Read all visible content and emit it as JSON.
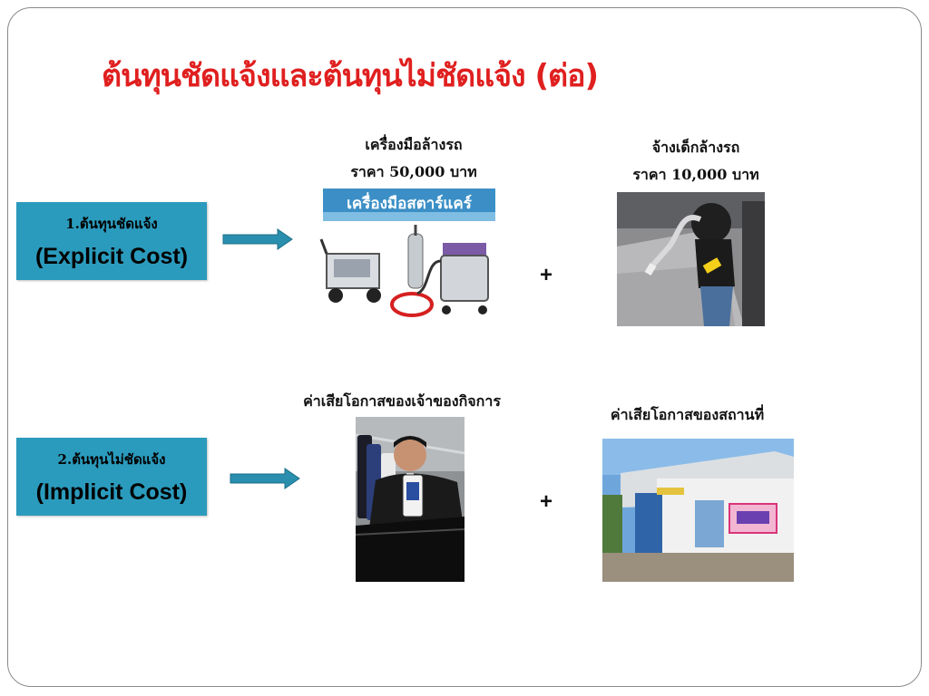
{
  "slide": {
    "title": "ต้นทุนชัดแจ้งและต้นทุนไม่ชัดแจ้ง (ต่อ)"
  },
  "explicit": {
    "label_th": "1.ต้นทุนชัดแจ้ง",
    "label_en": "(Explicit Cost)",
    "item1": {
      "name": "เครื่องมือล้างรถ",
      "price": "ราคา 50,000 บาท",
      "banner_text": "เครื่องมือสตาร์แคร์"
    },
    "item2": {
      "name": "จ้างเด็กล้างรถ",
      "price": "ราคา 10,000 บาท"
    },
    "plus": "+"
  },
  "implicit": {
    "label_th": "2.ต้นทุนไม่ชัดแจ้ง",
    "label_en": "(Implicit Cost)",
    "item1": {
      "name": "ค่าเสียโอกาสของเจ้าของกิจการ"
    },
    "item2": {
      "name": "ค่าเสียโอกาสของสถานที่"
    },
    "plus": "+"
  },
  "colors": {
    "title": "#e01f1f",
    "box": "#2b9bbd",
    "arrow": "#2a8fae"
  }
}
